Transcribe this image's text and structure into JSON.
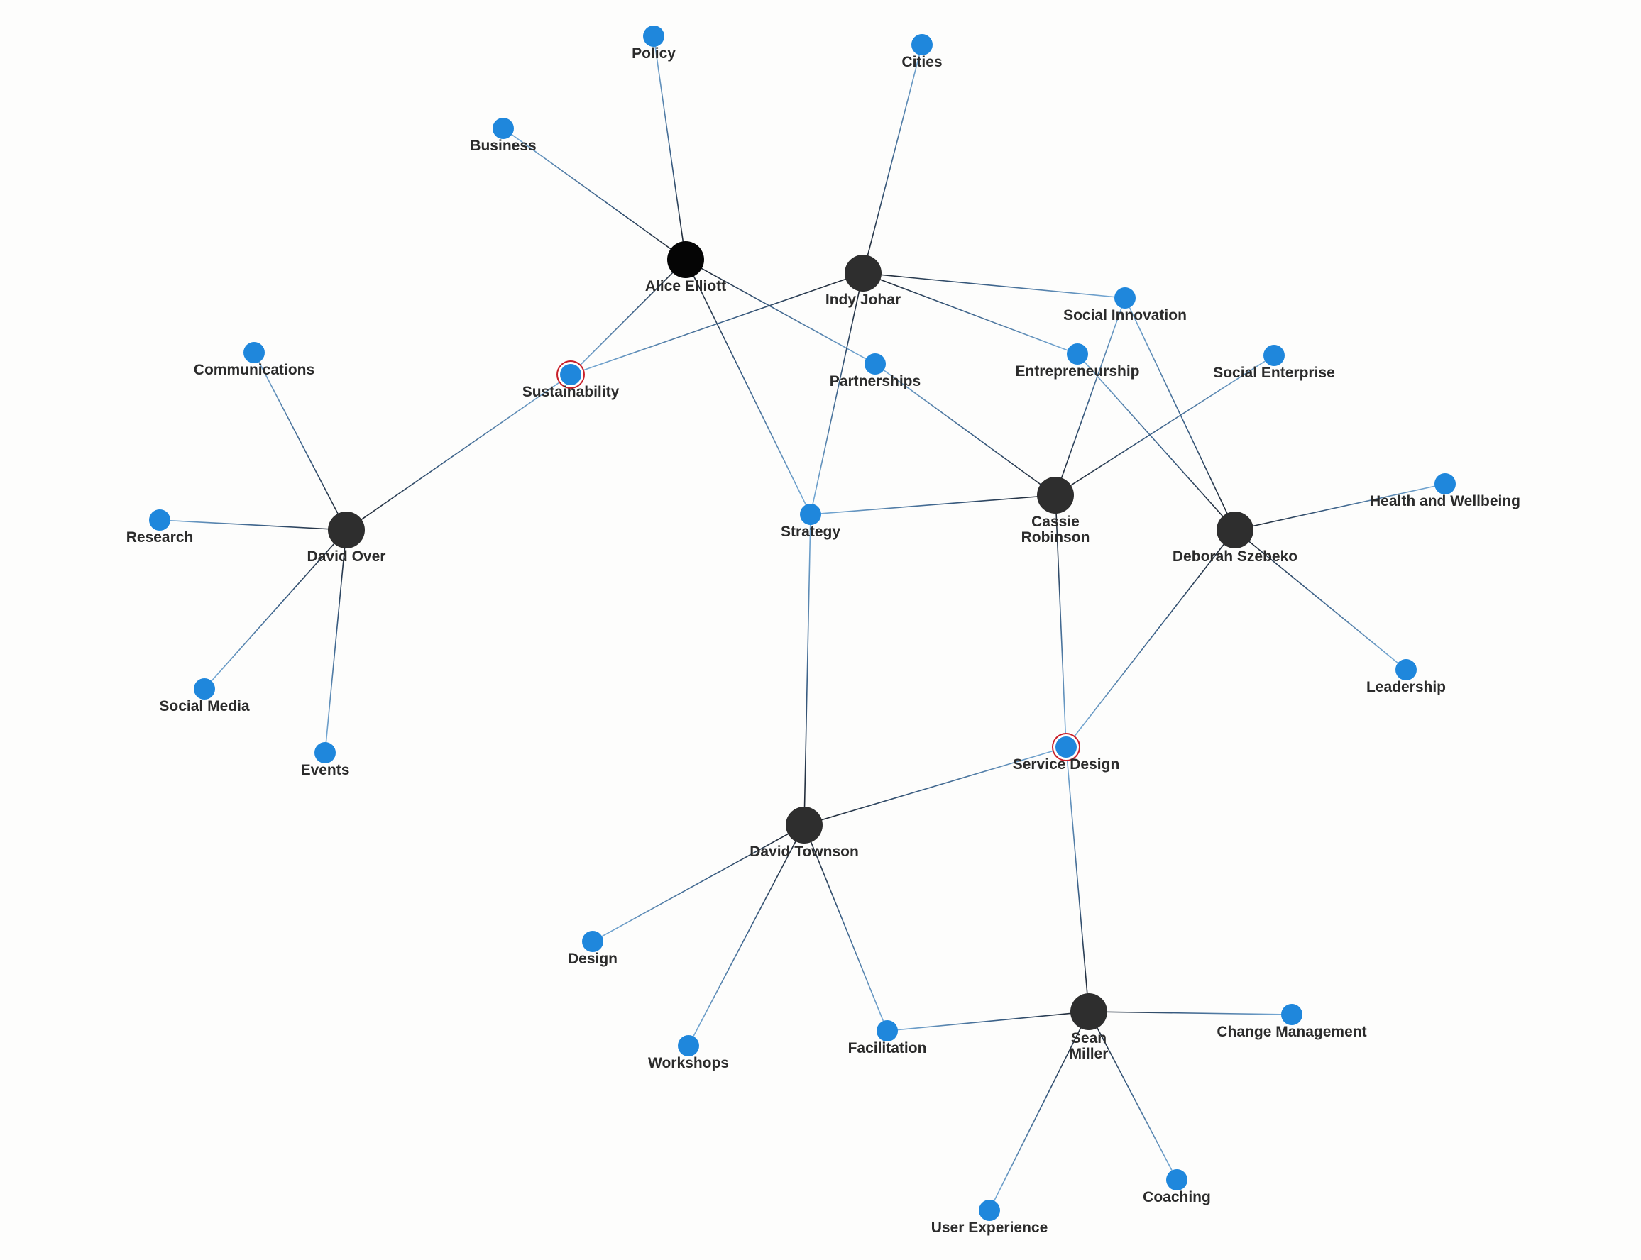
{
  "colors": {
    "person": "#2e2e2e",
    "person_active": "#050505",
    "topic": "#1f87dc",
    "edge_dark": "#1c1f26",
    "edge_light": "#7ab0dd",
    "highlight_ring": "#c8202a"
  },
  "people": [
    {
      "id": "alice",
      "label": [
        "Alice Elliott"
      ],
      "active": true
    },
    {
      "id": "indy",
      "label": [
        "Indy Johar"
      ]
    },
    {
      "id": "cassie",
      "label": [
        "Cassie",
        "Robinson"
      ]
    },
    {
      "id": "deborah",
      "label": [
        "Deborah Szebeko"
      ]
    },
    {
      "id": "davido",
      "label": [
        "David Over"
      ]
    },
    {
      "id": "davidt",
      "label": [
        "David Townson"
      ]
    },
    {
      "id": "sean",
      "label": [
        "Sean",
        "Miller"
      ]
    }
  ],
  "topics": [
    {
      "id": "policy",
      "label": [
        "Policy"
      ]
    },
    {
      "id": "business",
      "label": [
        "Business"
      ]
    },
    {
      "id": "cities",
      "label": [
        "Cities"
      ]
    },
    {
      "id": "socinn",
      "label": [
        "Social Innovation"
      ]
    },
    {
      "id": "entre",
      "label": [
        "Entrepreneurship"
      ]
    },
    {
      "id": "socent",
      "label": [
        "Social Enterprise"
      ]
    },
    {
      "id": "partner",
      "label": [
        "Partnerships"
      ]
    },
    {
      "id": "sustain",
      "label": [
        "Sustainability"
      ],
      "highlighted": true
    },
    {
      "id": "comms",
      "label": [
        "Communications"
      ]
    },
    {
      "id": "research",
      "label": [
        "Research"
      ]
    },
    {
      "id": "socmedia",
      "label": [
        "Social Media"
      ]
    },
    {
      "id": "events",
      "label": [
        "Events"
      ]
    },
    {
      "id": "strategy",
      "label": [
        "Strategy"
      ]
    },
    {
      "id": "health",
      "label": [
        "Health and Wellbeing"
      ]
    },
    {
      "id": "leader",
      "label": [
        "Leadership"
      ]
    },
    {
      "id": "servdes",
      "label": [
        "Service Design"
      ],
      "highlighted": true
    },
    {
      "id": "design",
      "label": [
        "Design"
      ]
    },
    {
      "id": "workshops",
      "label": [
        "Workshops"
      ]
    },
    {
      "id": "facil",
      "label": [
        "Facilitation"
      ]
    },
    {
      "id": "change",
      "label": [
        "Change Management"
      ]
    },
    {
      "id": "coaching",
      "label": [
        "Coaching"
      ]
    },
    {
      "id": "ux",
      "label": [
        "User Experience"
      ]
    }
  ],
  "edges": [
    [
      "alice",
      "policy"
    ],
    [
      "alice",
      "business"
    ],
    [
      "alice",
      "sustain"
    ],
    [
      "alice",
      "partner"
    ],
    [
      "alice",
      "strategy"
    ],
    [
      "indy",
      "cities"
    ],
    [
      "indy",
      "sustain"
    ],
    [
      "indy",
      "strategy"
    ],
    [
      "indy",
      "socinn"
    ],
    [
      "indy",
      "entre"
    ],
    [
      "cassie",
      "partner"
    ],
    [
      "cassie",
      "strategy"
    ],
    [
      "cassie",
      "socinn"
    ],
    [
      "cassie",
      "socent"
    ],
    [
      "cassie",
      "servdes"
    ],
    [
      "deborah",
      "socinn"
    ],
    [
      "deborah",
      "entre"
    ],
    [
      "deborah",
      "health"
    ],
    [
      "deborah",
      "leader"
    ],
    [
      "deborah",
      "servdes"
    ],
    [
      "davido",
      "sustain"
    ],
    [
      "davido",
      "comms"
    ],
    [
      "davido",
      "research"
    ],
    [
      "davido",
      "socmedia"
    ],
    [
      "davido",
      "events"
    ],
    [
      "davidt",
      "strategy"
    ],
    [
      "davidt",
      "servdes"
    ],
    [
      "davidt",
      "design"
    ],
    [
      "davidt",
      "workshops"
    ],
    [
      "davidt",
      "facil"
    ],
    [
      "sean",
      "servdes"
    ],
    [
      "sean",
      "facil"
    ],
    [
      "sean",
      "change"
    ],
    [
      "sean",
      "coaching"
    ],
    [
      "sean",
      "ux"
    ]
  ]
}
